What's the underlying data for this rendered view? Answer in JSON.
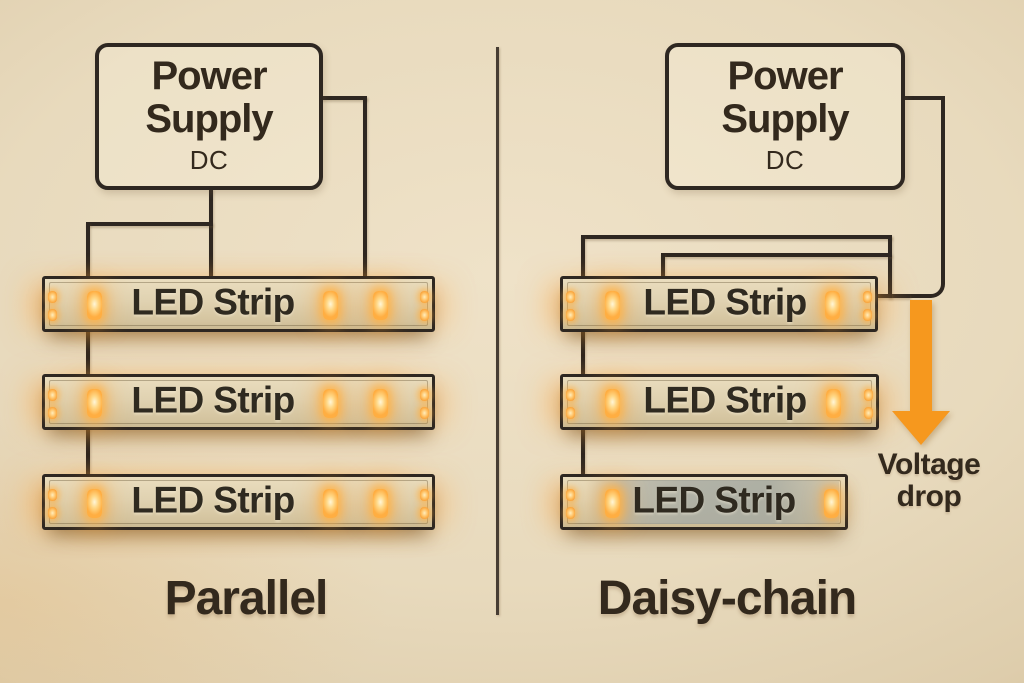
{
  "colors": {
    "background": "#E8DABD",
    "wire": "#2E2721",
    "text": "#33291D",
    "strip_face": "#DFD2B2",
    "led_amber": "#FFB94E",
    "arrow_orange": "#F6981E",
    "divider": "#473D33",
    "dimmed_strip_gray": "#A9ADA6"
  },
  "left_panel": {
    "power_supply": {
      "line1": "Power",
      "line2": "Supply",
      "sublabel": "DC"
    },
    "strips": [
      {
        "label": "LED Strip"
      },
      {
        "label": "LED Strip"
      },
      {
        "label": "LED Strip"
      }
    ],
    "caption": "Parallel"
  },
  "right_panel": {
    "power_supply": {
      "line1": "Power",
      "line2": "Supply",
      "sublabel": "DC"
    },
    "strips": [
      {
        "label": "LED Strip"
      },
      {
        "label": "LED Strip"
      },
      {
        "label": "LED Strip",
        "state": "dimmed by voltage drop"
      }
    ],
    "caption": "Daisy-chain",
    "annotation": {
      "line1": "Voltage",
      "line2": "drop"
    }
  }
}
